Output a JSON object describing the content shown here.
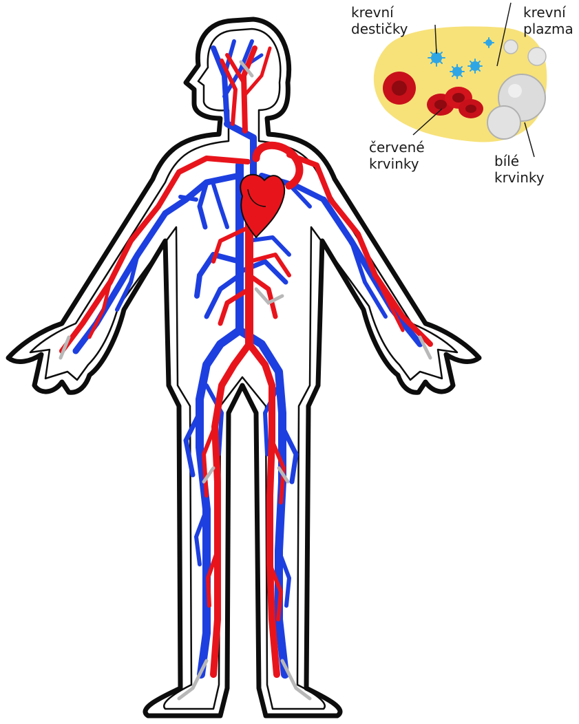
{
  "labels": {
    "platelets": [
      "krevní",
      "destičky"
    ],
    "plasma": [
      "krevní",
      "plazma"
    ],
    "red_cells": [
      "červené",
      "krvinky"
    ],
    "white_cells": [
      "bílé",
      "krvinky"
    ]
  },
  "colors": {
    "artery": "#e8141c",
    "vein": "#1d3fe0",
    "capillary": "#b8b8b8",
    "outline": "#0d0d0d",
    "plasma": "#f7e27a",
    "platelet": "#2ea6e6",
    "red_cell": "#c8101a",
    "white_cell": "#dcdcdc"
  }
}
